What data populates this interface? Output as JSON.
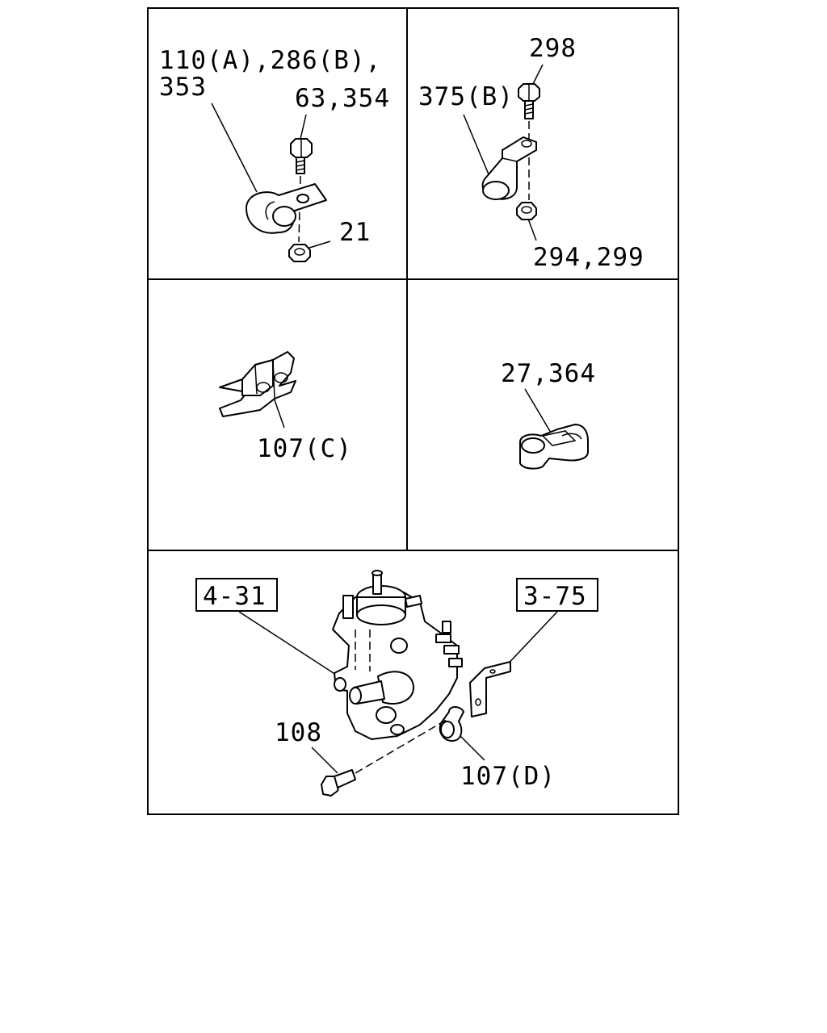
{
  "panels": {
    "top_left": {
      "label_parts_line1": "110(A),286(B),",
      "label_parts_line2": "353",
      "label_bolt": "63,354",
      "label_nut": "21"
    },
    "top_right": {
      "label_bolt": "298",
      "label_clip": "375(B)",
      "label_nut": "294,299"
    },
    "middle_left": {
      "label_clip": "107(C)"
    },
    "middle_right": {
      "label_clip": "27,364"
    },
    "bottom": {
      "ref_pump": "4-31",
      "ref_bracket": "3-75",
      "label_bolt": "108",
      "label_clip": "107(D)"
    }
  }
}
